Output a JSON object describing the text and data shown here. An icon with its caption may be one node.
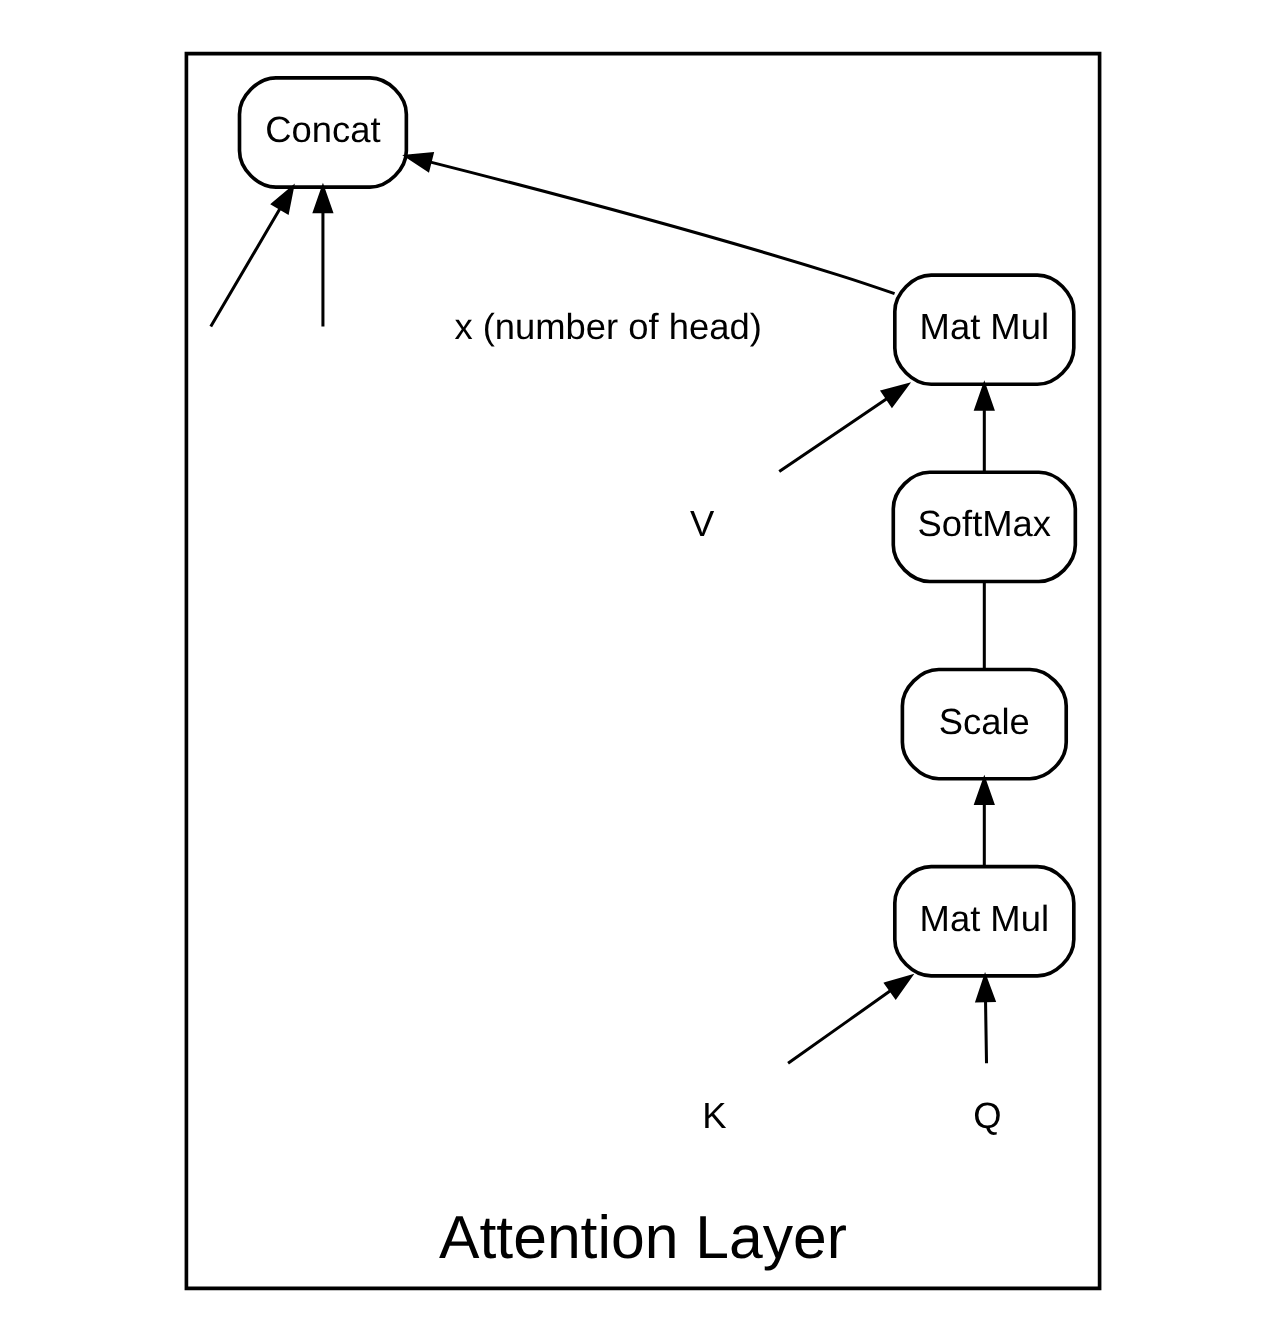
{
  "diagram": {
    "nodes": [
      {
        "text": [
          "Attention Layer"
        ]
      },
      {
        "text": [
          "Concat"
        ],
        "in": 0
      },
      {
        "text": [
          "Mat Mul"
        ],
        "in": 0
      },
      {
        "text": [
          "SoftMax"
        ],
        "in": 0
      },
      {
        "text": [
          "Scale"
        ],
        "in": 0
      },
      {
        "text": [
          "Mat Mul"
        ],
        "in": 0
      },
      {
        "text": [
          "Q"
        ],
        "in": 0
      },
      {
        "text": [
          "K"
        ],
        "in": 0
      },
      {
        "text": [
          "V"
        ],
        "in": 0
      }
    ],
    "edges": [
      {
        "from": 2,
        "to": 1,
        "arrow": "to"
      },
      {
        "from": null,
        "to": 1,
        "arrow": "to"
      },
      {
        "from": null,
        "to": 1,
        "arrow": "to"
      },
      {
        "from": 3,
        "to": 2,
        "arrow": "to"
      },
      {
        "from": 8,
        "to": 2,
        "arrow": "to"
      },
      {
        "from": 4,
        "to": 3,
        "arrow": "none"
      },
      {
        "from": 5,
        "to": 4,
        "arrow": "to"
      },
      {
        "from": 6,
        "to": 5,
        "arrow": "to"
      },
      {
        "from": 7,
        "to": 5,
        "arrow": "to"
      }
    ],
    "labels": [
      "x (number of head)"
    ]
  }
}
